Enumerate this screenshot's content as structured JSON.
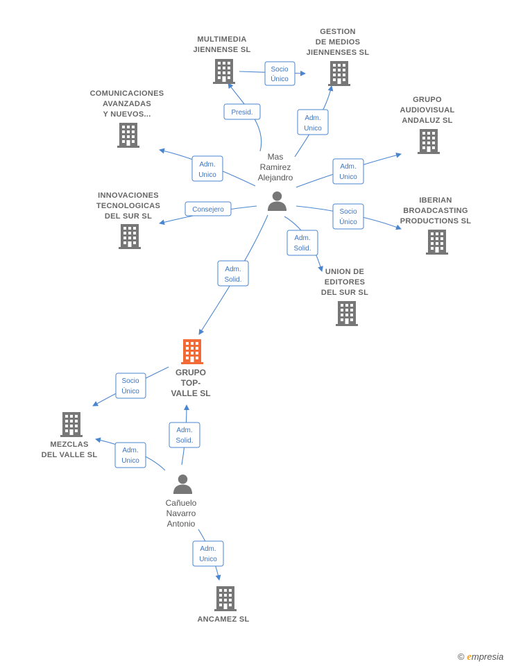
{
  "companies": [
    {
      "id": "multimedia",
      "lines": [
        "MULTIMEDIA",
        "JIENNENSE  SL"
      ]
    },
    {
      "id": "gestion",
      "lines": [
        "GESTION",
        "DE MEDIOS",
        "JIENNENSES SL"
      ]
    },
    {
      "id": "comunicaciones",
      "lines": [
        "COMUNICACIONES",
        "AVANZADAS",
        "Y NUEVOS..."
      ]
    },
    {
      "id": "grupo-audiovisual",
      "lines": [
        "GRUPO",
        "AUDIOVISUAL",
        "ANDALUZ SL"
      ]
    },
    {
      "id": "innovaciones",
      "lines": [
        "INNOVACIONES",
        "TECNOLOGICAS",
        "DEL SUR SL"
      ]
    },
    {
      "id": "iberian",
      "lines": [
        "IBERIAN",
        "BROADCASTING",
        "PRODUCTIONS SL"
      ]
    },
    {
      "id": "union",
      "lines": [
        "UNION DE",
        "EDITORES",
        "DEL SUR SL"
      ]
    },
    {
      "id": "grupo-top",
      "lines": [
        "GRUPO",
        "TOP-",
        "VALLE  SL"
      ]
    },
    {
      "id": "mezclas",
      "lines": [
        "MEZCLAS",
        "DEL VALLE SL"
      ]
    },
    {
      "id": "ancamez",
      "lines": [
        "ANCAMEZ  SL"
      ]
    }
  ],
  "persons": [
    {
      "id": "mas",
      "lines": [
        "Mas",
        "Ramirez",
        "Alejandro"
      ]
    },
    {
      "id": "canuelo",
      "lines": [
        "Cañuelo",
        "Navarro",
        "Antonio"
      ]
    }
  ],
  "edges": [
    {
      "id": "e1",
      "lines": [
        "Presid."
      ]
    },
    {
      "id": "e2",
      "lines": [
        "Socio",
        "Único"
      ]
    },
    {
      "id": "e3",
      "lines": [
        "Adm.",
        "Unico"
      ]
    },
    {
      "id": "e4",
      "lines": [
        "Adm.",
        "Unico"
      ]
    },
    {
      "id": "e5",
      "lines": [
        "Adm.",
        "Unico"
      ]
    },
    {
      "id": "e6",
      "lines": [
        "Consejero"
      ]
    },
    {
      "id": "e7",
      "lines": [
        "Socio",
        "Único"
      ]
    },
    {
      "id": "e8",
      "lines": [
        "Adm.",
        "Solid."
      ]
    },
    {
      "id": "e9",
      "lines": [
        "Adm.",
        "Solid."
      ]
    },
    {
      "id": "e10",
      "lines": [
        "Socio",
        "Único"
      ]
    },
    {
      "id": "e11",
      "lines": [
        "Adm.",
        "Unico"
      ]
    },
    {
      "id": "e12",
      "lines": [
        "Adm.",
        "Solid."
      ]
    },
    {
      "id": "e13",
      "lines": [
        "Adm.",
        "Unico"
      ]
    }
  ],
  "colors": {
    "edge": "#4a86d0",
    "building": "#777777",
    "highlight": "#f26a35",
    "person": "#777777"
  },
  "watermark": {
    "symbol": "©",
    "brand_initial": "e",
    "brand_rest": "mpresia"
  }
}
